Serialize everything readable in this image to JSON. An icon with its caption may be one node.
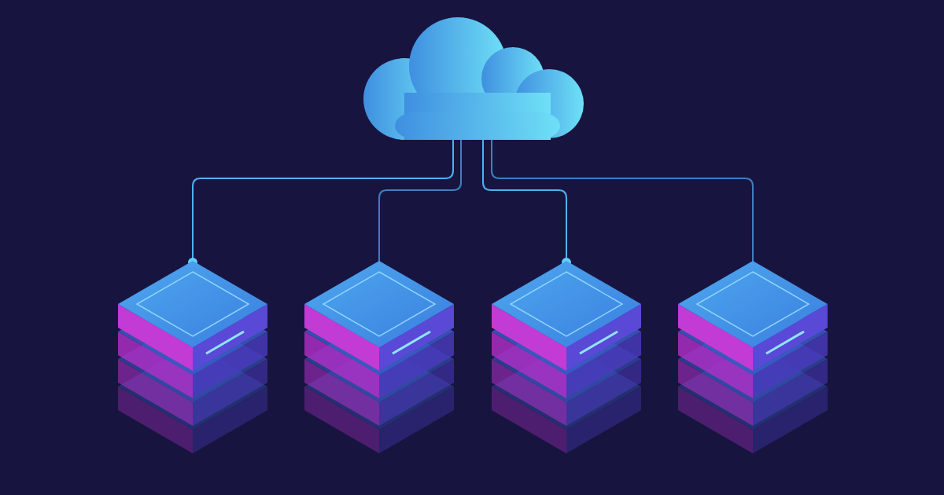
{
  "diagram": {
    "nodes": [
      {
        "text": [],
        "shape": "cloud"
      },
      {
        "text": [],
        "shape": "picture"
      },
      {
        "text": [],
        "shape": "picture"
      },
      {
        "text": [],
        "shape": "picture"
      },
      {
        "text": [],
        "shape": "picture"
      }
    ],
    "edges": [
      {
        "from": 0,
        "to": 1,
        "arrow": "other"
      },
      {
        "from": 0,
        "to": 2,
        "arrow": "none"
      },
      {
        "from": 0,
        "to": 3,
        "arrow": "other"
      },
      {
        "from": 0,
        "to": 4,
        "arrow": "none"
      }
    ]
  }
}
